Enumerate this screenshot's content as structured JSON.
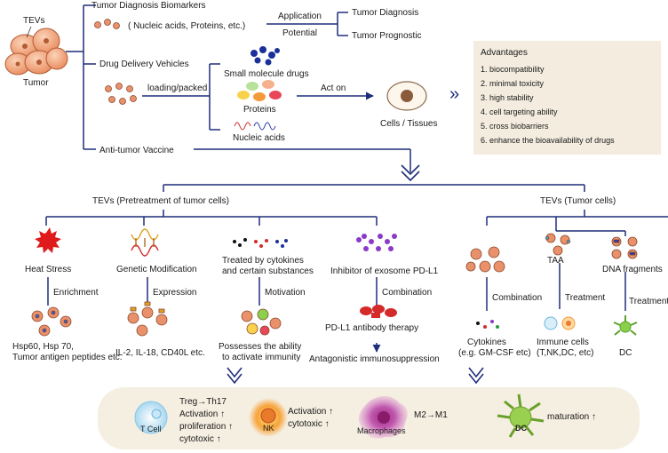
{
  "top": {
    "tevs_label": "TEVs",
    "tumor_label": "Tumor",
    "diag_biomarkers": "Tumor Diagnosis Biomarkers",
    "nucleic_proteins": "( Nucleic acids, Proteins, etc.)",
    "application": "Application",
    "potential": "Potential",
    "tumor_diagnosis": "Tumor Diagnosis",
    "tumor_prognostic": "Tumor Prognostic",
    "drug_delivery": "Drug Delivery Vehicles",
    "loading": "loading/packed",
    "small_molecule": "Small molecule drugs",
    "proteins": "Proteins",
    "nucleic_acids": "Nucleic acids",
    "act_on": "Act on",
    "cells_tissues": "Cells / Tissues",
    "anti_tumor": "Anti-tumor Vaccine"
  },
  "advantages": {
    "title": "Advantages",
    "items": [
      "1. biocompatibility",
      "2. minimal toxicity",
      "3. high stability",
      "4. cell targeting ability",
      "5. cross biobarriers",
      "6. enhance the bioavailability of drugs"
    ]
  },
  "pretreatment": {
    "title": "TEVs (Pretreatment of tumor cells)",
    "heat_stress": "Heat Stress",
    "enrichment": "Enrichment",
    "hsp_line1": "Hsp60, Hsp 70,",
    "hsp_line2": "Tumor antigen peptides etc.",
    "genetic_mod": "Genetic Modification",
    "expression": "Expression",
    "il_list": "IL-2, IL-18, CD40L etc.",
    "treated_line1": "Treated by cytokines",
    "treated_line2": "and certain substances",
    "motivation": "Motivation",
    "possess_line1": "Possesses the ability",
    "possess_line2": "to activate immunity",
    "inhibitor": "Inhibitor of exosome PD-L1",
    "combination": "Combination",
    "pdl1_therapy": "PD-L1 antibody therapy",
    "antagonistic": "Antagonistic immunosuppression"
  },
  "tumor_cells": {
    "title": "TEVs (Tumor cells)",
    "combination": "Combination",
    "cytokines_line1": "Cytokines",
    "cytokines_line2": "(e.g. GM-CSF etc)",
    "taa": "TAA",
    "treatment1": "Treatment",
    "immune_line1": "Immune cells",
    "immune_line2": "(T,NK,DC, etc)",
    "dna_fragments": "DNA fragments",
    "treatment2": "Treatment",
    "dc": "DC"
  },
  "bottom": {
    "t_cell": "T  Cell",
    "treg": "Treg→Th17",
    "activation1": "Activation ↑",
    "proliferation": "proliferation ↑",
    "cytotoxic1": "cytotoxic ↑",
    "nk": "NK",
    "activation2": "Activation ↑",
    "cytotoxic2": "cytotoxic ↑",
    "macrophages": "Macrophages",
    "m2m1": "M2→M1",
    "dc": "DC",
    "maturation": "maturation ↑"
  },
  "colors": {
    "line": "#1f2d7a",
    "vesicle_fill": "#e8916a",
    "vesicle_stroke": "#8a4a2e",
    "panel_bg": "#f5efe2"
  }
}
